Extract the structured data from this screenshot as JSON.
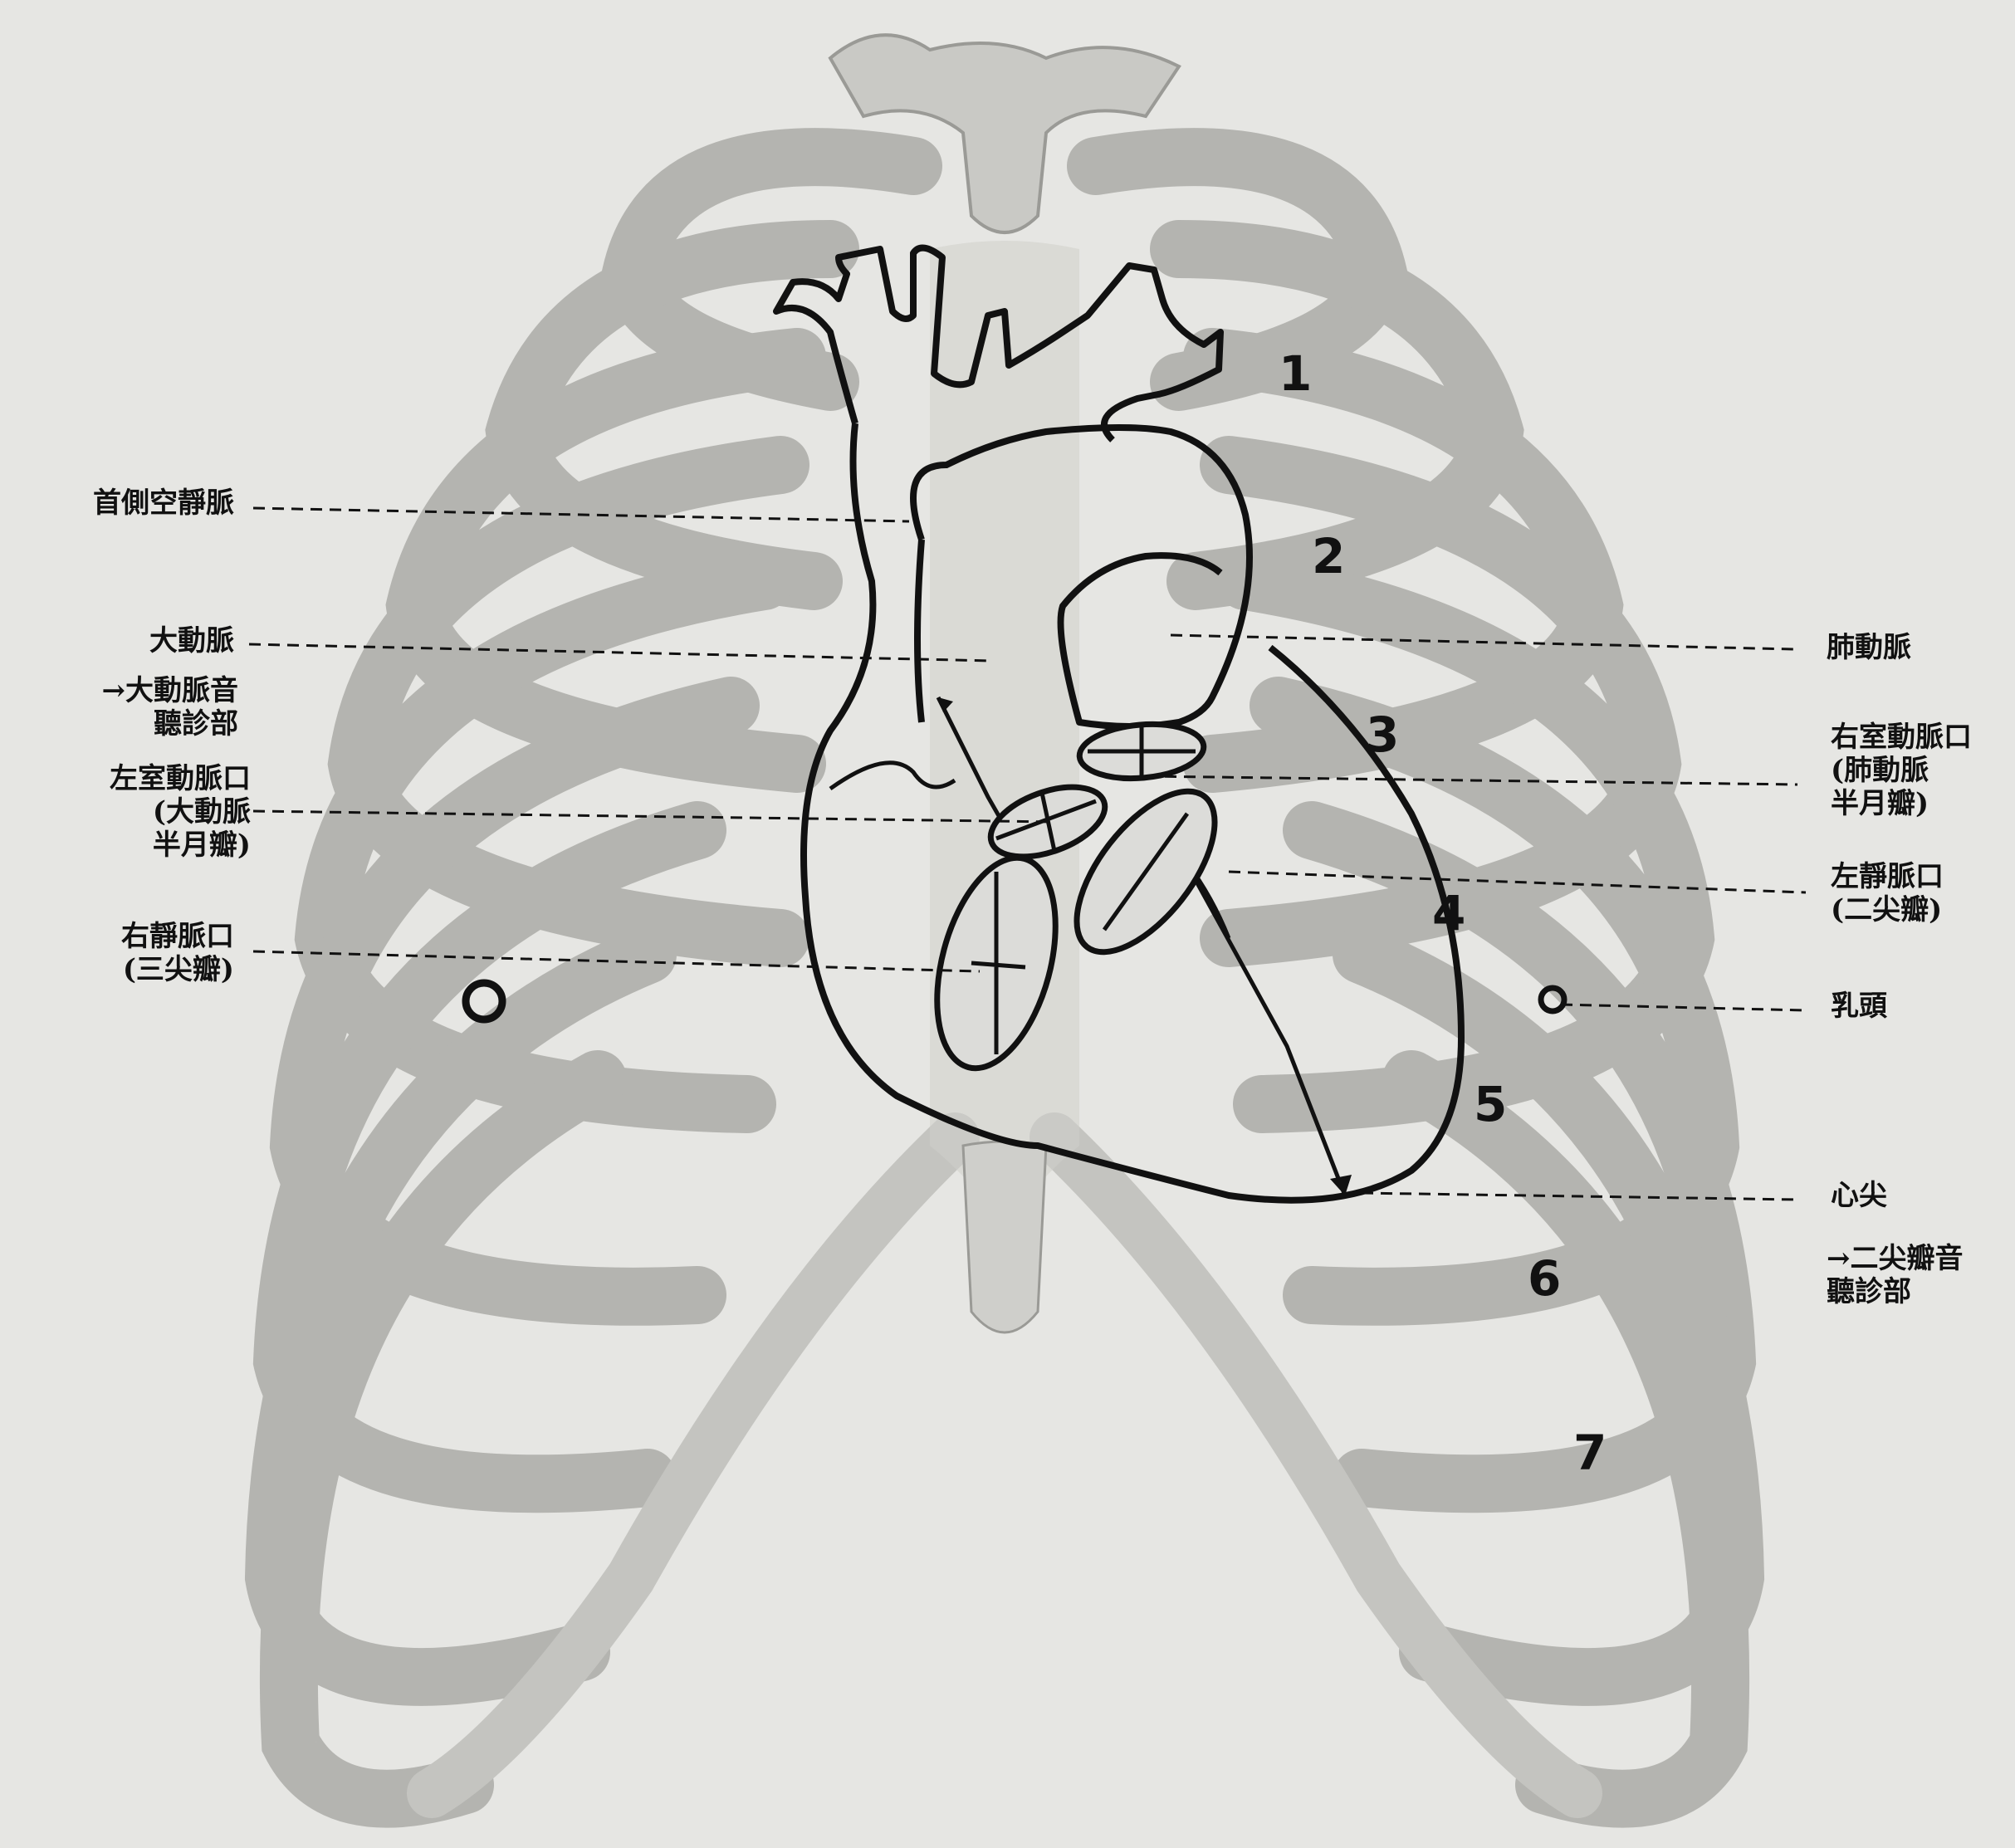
{
  "labels": {
    "svc": "首側空靜脈",
    "aorta": "大動脈",
    "aortic_area": "→大動脈音\n聽診部",
    "aortic_valve": "左室動脈口\n(大動脈\n半月瓣)",
    "tricuspid": "右靜脈口\n(三尖瓣)",
    "pulmonary_artery": "肺動脈",
    "pulmonary_valve": "右室動脈口\n(肺動脈\n半月瓣)",
    "mitral": "左靜脈口\n(二尖瓣)",
    "nipple": "乳頭",
    "apex": "心尖",
    "mitral_area": "→二尖瓣音\n聽診部"
  },
  "rib_numbers": [
    "1",
    "2",
    "3",
    "4",
    "5",
    "6",
    "7"
  ]
}
